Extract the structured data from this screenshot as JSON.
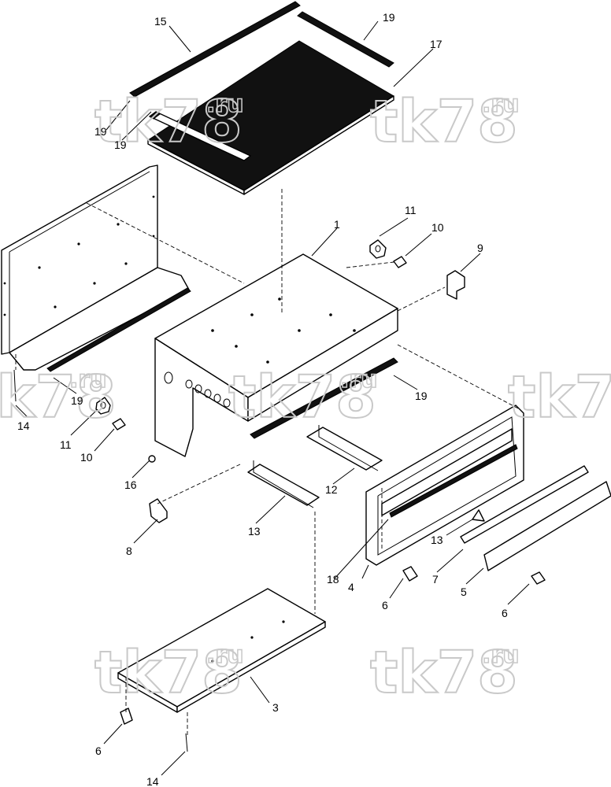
{
  "watermark": {
    "text": "tk78",
    "suffix": ".ru"
  },
  "callouts": {
    "c15": "15",
    "c19a": "19",
    "c17": "17",
    "c19b": "19",
    "c19c": "19",
    "c11a": "11",
    "c10a": "10",
    "c9": "9",
    "c1": "1",
    "c19d": "19",
    "c14a": "14",
    "c11b": "11",
    "c10b": "10",
    "c19e": "19",
    "c16": "16",
    "c12": "12",
    "c13a": "13",
    "c8": "8",
    "c13b": "13",
    "c18": "18",
    "c4": "4",
    "c7": "7",
    "c5": "5",
    "c6a": "6",
    "c6b": "6",
    "c3": "3",
    "c6c": "6",
    "c14b": "14"
  }
}
